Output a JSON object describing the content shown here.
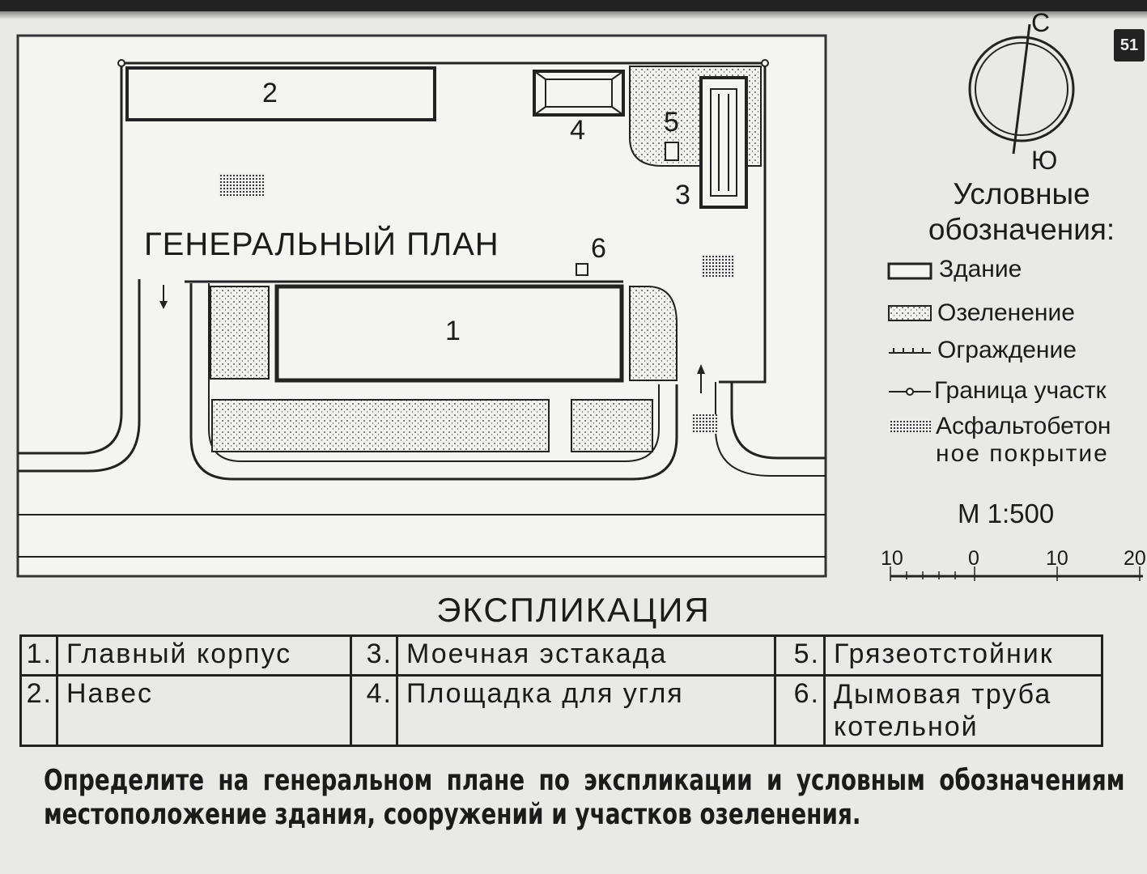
{
  "slide_number": "51",
  "plan": {
    "title": "ГЕНЕРАЛЬНЫЙ ПЛАН",
    "labels": {
      "b1": "1",
      "b2": "2",
      "b3": "3",
      "b4": "4",
      "b5": "5",
      "b6": "6"
    }
  },
  "compass": {
    "north": "С",
    "south": "Ю"
  },
  "legend": {
    "title": "Условные обозначения:",
    "items": [
      {
        "icon": "building-symbol",
        "label": "Здание"
      },
      {
        "icon": "greenery-symbol",
        "label": "Озеленение"
      },
      {
        "icon": "fence-symbol",
        "label": "Ограждение"
      },
      {
        "icon": "boundary-symbol",
        "label": "Граница участк"
      },
      {
        "icon": "asphalt-symbol",
        "label": "Асфальтобетон",
        "label2": "ное покрытие"
      }
    ]
  },
  "scale": {
    "title": "М 1:500",
    "ticks": [
      "10",
      "0",
      "10",
      "20"
    ]
  },
  "explication": {
    "title": "ЭКСПЛИКАЦИЯ",
    "rows": [
      [
        {
          "n": "1.",
          "t": "Главный корпус"
        },
        {
          "n": "3.",
          "t": "Моечная эстакада"
        },
        {
          "n": "5.",
          "t": "Грязеотстойник"
        }
      ],
      [
        {
          "n": "2.",
          "t": "Навес"
        },
        {
          "n": "4.",
          "t": "Площадка для угля"
        },
        {
          "n": "6.",
          "t": "Дымовая труба котельной"
        }
      ]
    ]
  },
  "question": "Определите на генеральном плане по экспликации и условным обозначениям местоположение здания, сооружений и участков озеленения."
}
